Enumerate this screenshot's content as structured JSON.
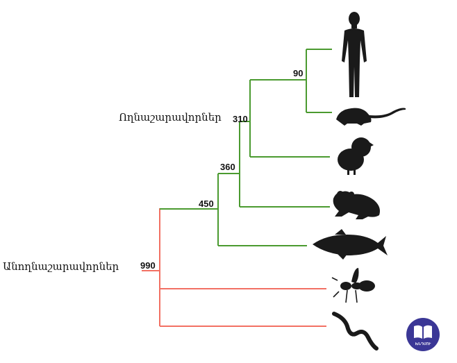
{
  "tree": {
    "colors": {
      "vertebrate_branch": "#4a9a2f",
      "invertebrate_branch": "#f27063",
      "silhouette": "#1a1a1a",
      "label_text": "#111111"
    },
    "group_labels": {
      "vertebrates": "Ողնաշարավորներ",
      "invertebrates": "Անողնաշարավորներ"
    },
    "nodes": [
      {
        "id": "root",
        "label": "990"
      },
      {
        "id": "n450",
        "label": "450"
      },
      {
        "id": "n360",
        "label": "360"
      },
      {
        "id": "n310",
        "label": "310"
      },
      {
        "id": "n90",
        "label": "90"
      }
    ],
    "leaves": [
      {
        "id": "human",
        "icon": "human-icon"
      },
      {
        "id": "rat",
        "icon": "rat-icon"
      },
      {
        "id": "chick",
        "icon": "chick-icon"
      },
      {
        "id": "frog",
        "icon": "frog-icon"
      },
      {
        "id": "fish",
        "icon": "fish-icon"
      },
      {
        "id": "fly",
        "icon": "fly-icon"
      },
      {
        "id": "worm",
        "icon": "worm-icon"
      }
    ]
  },
  "logo": {
    "icon": "book-icon",
    "text": "ԽՆԴՄՈՒ"
  }
}
